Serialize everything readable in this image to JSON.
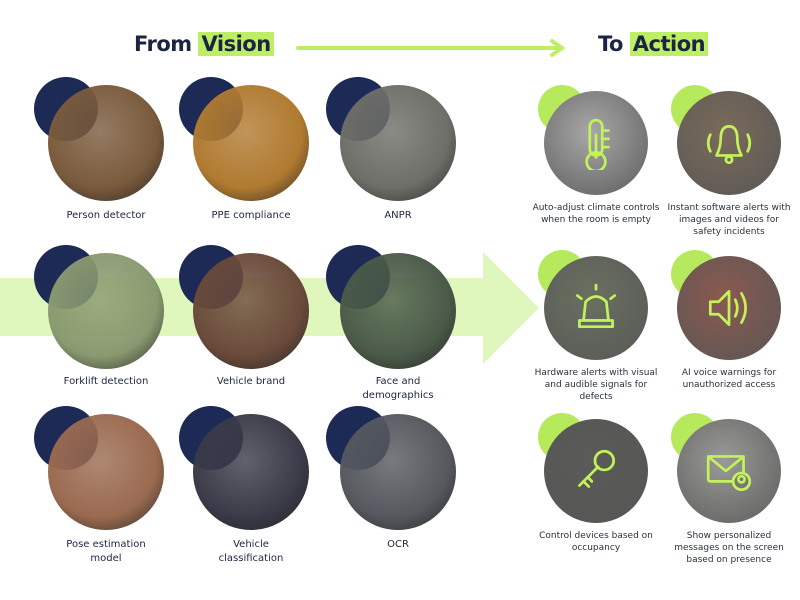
{
  "header": {
    "from_prefix": "From",
    "from_highlight": "Vision",
    "to_prefix": "To",
    "to_highlight": "Action"
  },
  "colors": {
    "accent": "#bdee63",
    "navy": "#1c2a55",
    "band": "#dff7bd"
  },
  "vision": [
    {
      "label": "Person detector"
    },
    {
      "label": "PPE compliance"
    },
    {
      "label": "ANPR"
    },
    {
      "label": "Forklift detection"
    },
    {
      "label": "Vehicle brand"
    },
    {
      "label": "Face and demographics"
    },
    {
      "label": "Pose estimation model"
    },
    {
      "label": "Vehicle classification"
    },
    {
      "label": "OCR"
    }
  ],
  "actions": [
    {
      "label": "Auto-adjust climate controls when the room is empty",
      "icon": "thermometer-icon"
    },
    {
      "label": "Instant software alerts with images and videos for safety incidents",
      "icon": "bell-icon"
    },
    {
      "label": "Hardware alerts with visual and audible signals for defects",
      "icon": "siren-icon"
    },
    {
      "label": "AI voice warnings for unauthorized access",
      "icon": "speaker-icon"
    },
    {
      "label": "Control devices based on occupancy",
      "icon": "key-icon"
    },
    {
      "label": "Show personalized messages on the screen based on presence",
      "icon": "mail-user-icon"
    }
  ]
}
